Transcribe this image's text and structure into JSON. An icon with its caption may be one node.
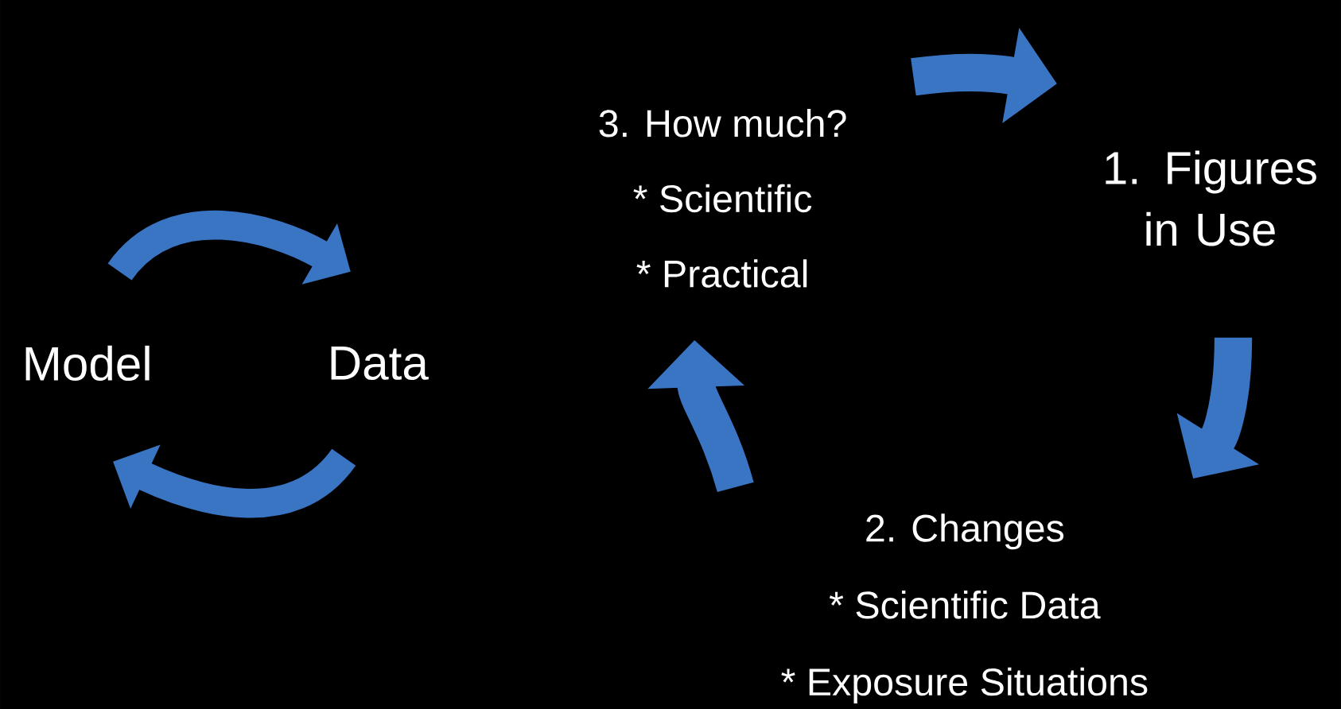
{
  "diagram": {
    "nodes": [
      {
        "text": [
          "Model"
        ]
      },
      {
        "text": [
          "Data"
        ]
      },
      {
        "text": [
          "3. How much?",
          "* Scientific",
          "* Practical"
        ]
      },
      {
        "text": [
          "1. Figures in Use"
        ]
      },
      {
        "text": [
          "2. Changes",
          "* Scientific Data",
          "* Exposure Situations"
        ]
      }
    ],
    "edges": [
      {
        "from": 0,
        "to": 1,
        "arrow": "to"
      },
      {
        "from": 1,
        "to": 0,
        "arrow": "to"
      },
      {
        "from": 2,
        "to": 3,
        "arrow": "to"
      },
      {
        "from": 3,
        "to": 4,
        "arrow": "to"
      },
      {
        "from": 4,
        "to": 2,
        "arrow": "to"
      }
    ]
  }
}
